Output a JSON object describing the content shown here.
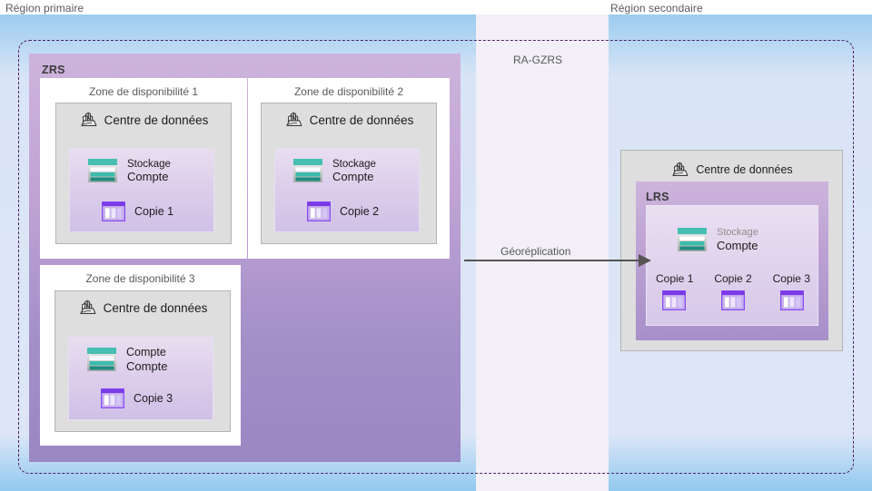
{
  "diagram": {
    "title": "RA-GZRS",
    "regions": {
      "primary_caption": "Région primaire",
      "secondary_caption": "Région secondaire",
      "middle_band_label": "RA-GZRS"
    },
    "replication": {
      "label": "Géoréplication",
      "arrow_icon": "arrow-right-icon"
    },
    "primary": {
      "zrs_title": "ZRS",
      "zones": [
        {
          "zone_title": "Zone de disponibilité 1",
          "datacenter_label": "Centre de données",
          "datacenter_icon": "datacenter-icon",
          "storage_icon": "storage-account-icon",
          "storage_line1": "Stockage",
          "storage_line2": "Compte",
          "copy_icon": "copy-icon",
          "copy_label": "Copie 1"
        },
        {
          "zone_title": "Zone de disponibilité 2",
          "datacenter_label": "Centre de données",
          "datacenter_icon": "datacenter-icon",
          "storage_icon": "storage-account-icon",
          "storage_line1": "Stockage",
          "storage_line2": "Compte",
          "copy_icon": "copy-icon",
          "copy_label": "Copie 2"
        },
        {
          "zone_title": "Zone de disponibilité 3",
          "datacenter_label": "Centre de données",
          "datacenter_icon": "datacenter-icon",
          "storage_icon": "storage-account-icon",
          "storage_line1": "Compte",
          "storage_line2": "Compte",
          "copy_icon": "copy-icon",
          "copy_label": "Copie 3"
        }
      ]
    },
    "secondary": {
      "datacenter_label": "Centre de données",
      "datacenter_icon": "datacenter-icon",
      "lrs_title": "LRS",
      "storage_icon": "storage-account-icon",
      "storage_line1": "Stockage",
      "storage_line2": "Compte",
      "copies": [
        {
          "label": "Copie 1",
          "icon": "copy-icon"
        },
        {
          "label": "Copie 2",
          "icon": "copy-icon"
        },
        {
          "label": "Copie 3",
          "icon": "copy-icon"
        }
      ]
    },
    "colors": {
      "region_blue": "#9cccef",
      "region_blue_light": "#dde6f7",
      "band_lavender": "#f2eff7",
      "zrs_purple_top": "#cdb4dc",
      "zrs_purple_bottom": "#9a87c3",
      "dashed_border": "#4b2063",
      "datacenter_grey": "#dededf",
      "storage_teal": "#3fbfb0",
      "copy_purple": "#8b4df0",
      "text_grey": "#595959",
      "text_dark": "#1c1c1c"
    }
  }
}
